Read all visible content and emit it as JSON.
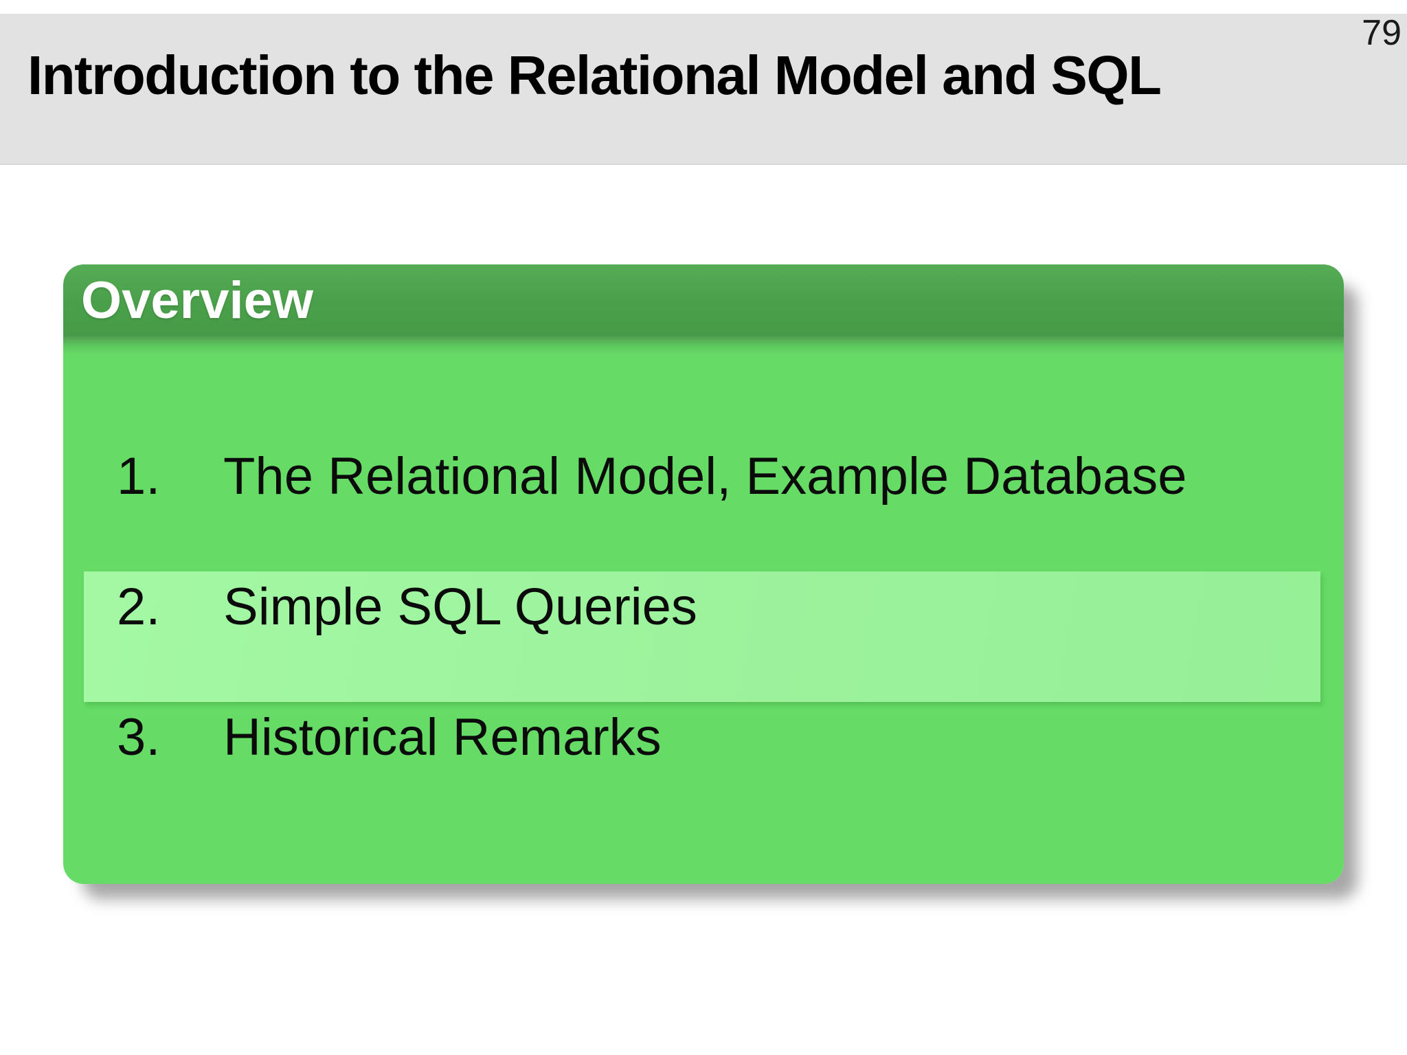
{
  "page_number": "79",
  "header": {
    "title": "Introduction to the Relational Model and SQL"
  },
  "overview_box": {
    "title": "Overview",
    "items": [
      {
        "number": "1.",
        "label": "The Relational Model, Example Database",
        "highlighted": false
      },
      {
        "number": "2.",
        "label": "Simple SQL Queries",
        "highlighted": true
      },
      {
        "number": "3.",
        "label": "Historical Remarks",
        "highlighted": false
      }
    ]
  },
  "colors": {
    "titlebar_bg": "#e2e2e2",
    "panel_header_green": "#4aa04a",
    "panel_body_green": "#66dc66",
    "highlight_green": "#9cf59c",
    "title_text": "#000000",
    "panel_title_text": "#ffffff"
  }
}
